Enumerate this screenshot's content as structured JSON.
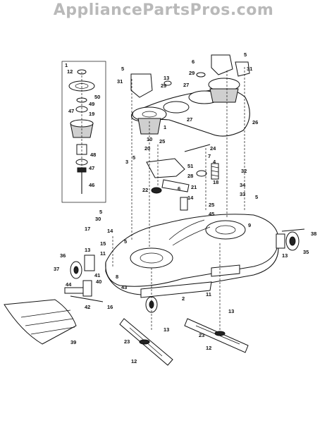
{
  "watermark": "AppliancePartsPros.com",
  "callouts": [
    {
      "id": "c1",
      "text": "1"
    },
    {
      "id": "c12a",
      "text": "12"
    },
    {
      "id": "c50",
      "text": "50"
    },
    {
      "id": "c49",
      "text": "49"
    },
    {
      "id": "c47a",
      "text": "47"
    },
    {
      "id": "c19",
      "text": "19"
    },
    {
      "id": "c48",
      "text": "48"
    },
    {
      "id": "c47b",
      "text": "47"
    },
    {
      "id": "c46",
      "text": "46"
    },
    {
      "id": "c5a",
      "text": "5"
    },
    {
      "id": "c31a",
      "text": "31"
    },
    {
      "id": "c13a",
      "text": "13"
    },
    {
      "id": "c29a",
      "text": "29"
    },
    {
      "id": "c6",
      "text": "6"
    },
    {
      "id": "c29b",
      "text": "29"
    },
    {
      "id": "c5b",
      "text": "5"
    },
    {
      "id": "c31b",
      "text": "31"
    },
    {
      "id": "c27a",
      "text": "27"
    },
    {
      "id": "c27b",
      "text": "27"
    },
    {
      "id": "c1b",
      "text": "1"
    },
    {
      "id": "c26",
      "text": "26"
    },
    {
      "id": "c10",
      "text": "10"
    },
    {
      "id": "c25a",
      "text": "25"
    },
    {
      "id": "c20",
      "text": "20"
    },
    {
      "id": "c24",
      "text": "24"
    },
    {
      "id": "c7",
      "text": "7"
    },
    {
      "id": "c3",
      "text": "3"
    },
    {
      "id": "c5c",
      "text": "5"
    },
    {
      "id": "c51",
      "text": "51"
    },
    {
      "id": "c4",
      "text": "4"
    },
    {
      "id": "c32",
      "text": "32"
    },
    {
      "id": "c28",
      "text": "28"
    },
    {
      "id": "c18",
      "text": "18"
    },
    {
      "id": "c21",
      "text": "21"
    },
    {
      "id": "c34",
      "text": "34"
    },
    {
      "id": "c22",
      "text": "22"
    },
    {
      "id": "c6b",
      "text": "6"
    },
    {
      "id": "c33",
      "text": "33"
    },
    {
      "id": "c5d",
      "text": "5"
    },
    {
      "id": "c14a",
      "text": "14"
    },
    {
      "id": "c25b",
      "text": "25"
    },
    {
      "id": "c45",
      "text": "45"
    },
    {
      "id": "c9",
      "text": "9"
    },
    {
      "id": "c5e",
      "text": "5"
    },
    {
      "id": "c30",
      "text": "30"
    },
    {
      "id": "c14b",
      "text": "14"
    },
    {
      "id": "c17",
      "text": "17"
    },
    {
      "id": "c15",
      "text": "15"
    },
    {
      "id": "c5f",
      "text": "5"
    },
    {
      "id": "c38",
      "text": "38"
    },
    {
      "id": "c36",
      "text": "36"
    },
    {
      "id": "c13b",
      "text": "13"
    },
    {
      "id": "c11a",
      "text": "11"
    },
    {
      "id": "c8",
      "text": "8"
    },
    {
      "id": "c13c",
      "text": "13"
    },
    {
      "id": "c35",
      "text": "35"
    },
    {
      "id": "c37",
      "text": "37"
    },
    {
      "id": "c43",
      "text": "43"
    },
    {
      "id": "c41",
      "text": "41"
    },
    {
      "id": "c40",
      "text": "40"
    },
    {
      "id": "c44",
      "text": "44"
    },
    {
      "id": "c2",
      "text": "2"
    },
    {
      "id": "c11b",
      "text": "11"
    },
    {
      "id": "c42",
      "text": "42"
    },
    {
      "id": "c16",
      "text": "16"
    },
    {
      "id": "c13d",
      "text": "13"
    },
    {
      "id": "c13e",
      "text": "13"
    },
    {
      "id": "c39",
      "text": "39"
    },
    {
      "id": "c23a",
      "text": "23"
    },
    {
      "id": "c12b",
      "text": "12"
    },
    {
      "id": "c23b",
      "text": "23"
    },
    {
      "id": "c12c",
      "text": "12"
    }
  ]
}
